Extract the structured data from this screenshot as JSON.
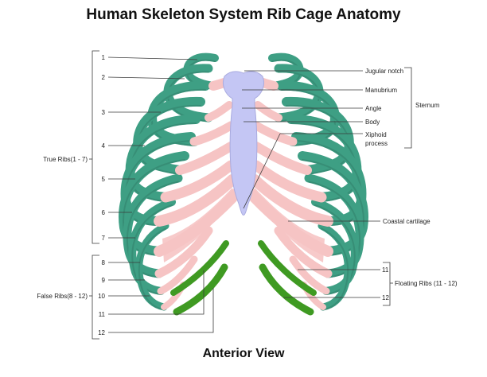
{
  "title": "Human Skeleton System Rib Cage Anatomy",
  "view": "Anterior View",
  "colors": {
    "rib": "#3e9f84",
    "rib_shade": "#2f7e68",
    "cartilage": "#f6c4c4",
    "sternum": "#c4c6f4",
    "floating_rib": "#3f9a22",
    "line": "#3a3a3a"
  },
  "groups": {
    "true_ribs": "True Ribs(1 - 7)",
    "false_ribs": "False Ribs(8 - 12)",
    "floating_ribs": "Floating Ribs (11 - 12)",
    "sternum": "Sternum"
  },
  "rib_numbers": [
    "1",
    "2",
    "3",
    "4",
    "5",
    "6",
    "7",
    "8",
    "9",
    "10",
    "11",
    "12"
  ],
  "floating_numbers": [
    "11",
    "12"
  ],
  "sternum_parts": [
    "Jugular notch",
    "Manubrium",
    "Angle",
    "Body",
    "Xiphoid",
    "process"
  ],
  "coastal_cartilage": "Coastal cartilage"
}
